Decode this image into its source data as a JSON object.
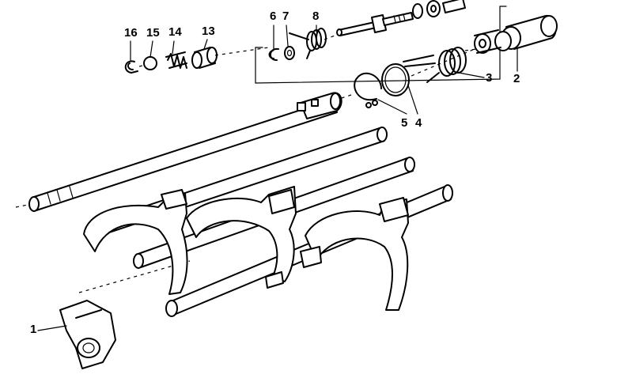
{
  "callouts": {
    "c1": "1",
    "c2": "2",
    "c3": "3",
    "c4": "4",
    "c5": "5",
    "c6": "6",
    "c7": "7",
    "c8": "8",
    "c13": "13",
    "c14": "14",
    "c15": "15",
    "c16": "16"
  }
}
